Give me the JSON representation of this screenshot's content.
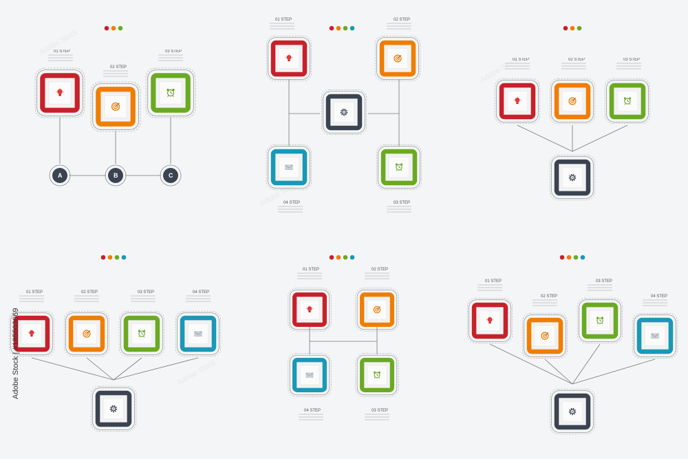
{
  "colors": {
    "red": "#c8202a",
    "orange": "#f07d00",
    "green": "#6aaa22",
    "blue": "#1998b7",
    "dark": "#3b4350",
    "background": "#f4f5f6"
  },
  "icons": {
    "red": "lightbulb-icon",
    "orange": "target-icon",
    "green": "alarm-clock-icon",
    "blue": "envelope-icon",
    "dark": "gear-icon"
  },
  "labels": {
    "step1": "01 STEP",
    "step2": "02 STEP",
    "step3": "03 STEP",
    "step4": "04 STEP",
    "letter_a": "A",
    "letter_b": "B",
    "letter_c": "C"
  },
  "watermark": {
    "text": "Adobe Stock | #185503069"
  }
}
